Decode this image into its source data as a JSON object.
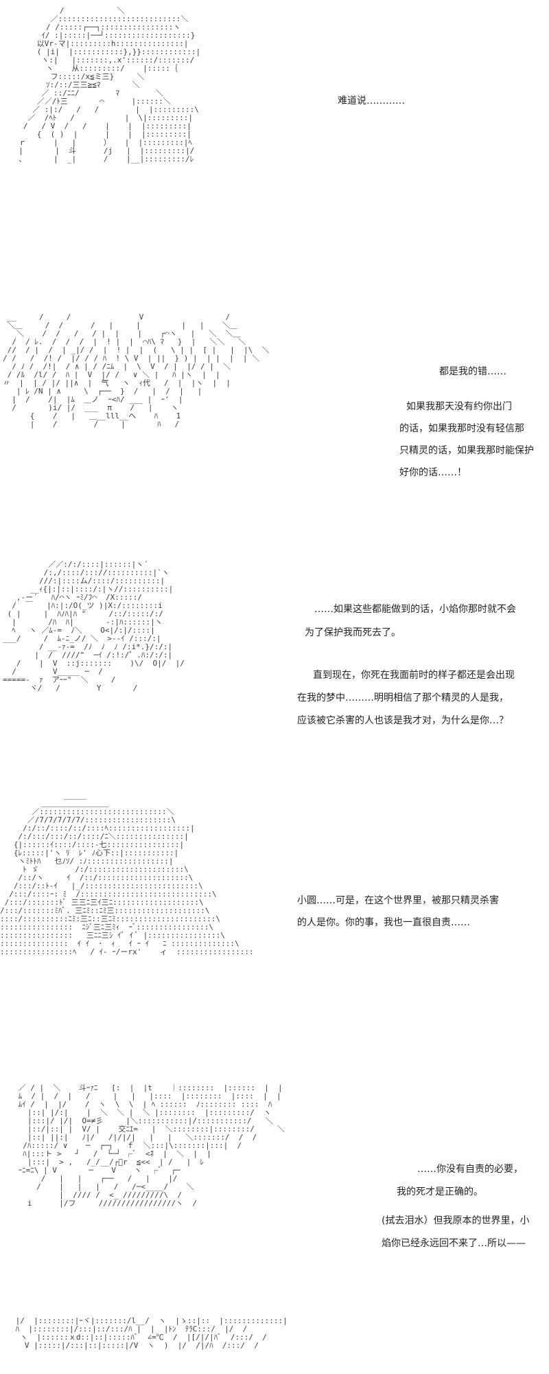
{
  "page": {
    "panels": [
      {
        "art": "           /￣￣￣￣￣￣￣＼\n         ／:::::::::::::::::::::::::::＼\n        / /:::::┌──┐::::::::::::::::ヽ\n       ｲ/ :|:::::|──┘:::::::::::::::::::}\n      以Vr-マ|:::::::::h:::::::::::::::|\n      ( |i|  |:::::::::::},}}::::::::::::|\n       ヽ:|   |:::::::,.x'::::::/:::::::/\n        ヽ    从:::::::::/    |:::::｛\n         フ:::::/x≦ミ三}     ＼\n        ｿ:/::/三三≧≦ﾏ       ＼\n       ／ ::/ﾆﾆ/        ﾏ        ＼\n      ／／/ﾄ三       ⌒      |::::::＼\n     ／ :|:/   /   /        |  |:::::::::\\\n    ／  /ﾍﾄ   /           |  \\|:::::::::|\n   /   / V  /   /    |    |  |:::::::::|\n      {  ( )  |      |    |  |:::::::::|\n  ｒ      |   |      ）   |  |:::::::::|ﾍ\n  |       |  斗      /j   |  |:::::::::|/\n  、      |  _|      /    |__|:::::::::/ﾚ",
        "lines": [
          "难道说…………"
        ]
      },
      {
        "art": " __     /     /               V                  /\n ＼＿     /  /      /   |     |         |   |    ＼＿\n   ＼    /  /   /   / |  |    |    ┌⌒ヽ   |   ＼  ＼＿\n  /  / ﾚ.  /  /  /  |  ! |  |  ⌒ﾊ\\ ﾏ   }  |   ＼＼   ＼\n //  / |  /  | _|/ /  |  ! |  |  (   \\ | |  [ |   |  |\\  ＼\n/ /   /  /! /  |/ / / ﾊ  ! \\ V  | ||  } ) |  | |  |  | ＼\n  / ﾉ /  /!|  / ∧ | / /ﾆﾑ  |  \\  V  / |  |/ / |  ＼\n / /ﾙ  /l/ /  ﾊ |  V  |/ /   ∨ ＼ |   ﾊ |ヽ  |  |\n〃  |  | / |/ ||∧  |  气   ヽ  ｨ代   /  |  |ヽ  |  |\n   | ﾚ /N | ∧     \\  ┌──  }  /   |  /  |   |\n  |  /    /|  |ﾑ  ＿ノ  ｰ<ﾊ/ ___ |  ｰ'  |\n  /       )i/ |/  ___  π    /   |    ヽ\n      {    /   |   ＿__lll__ヘ    ﾊ    1\n      |    /        /     |       ﾊ   /",
        "lines": [
          "都是我的错……",
          "如果我那天没有约你出门",
          "的话，如果我那时没有轻信那",
          "只精灵的话，如果我那时能保护",
          "好你的话……！"
        ]
      },
      {
        "art": "          ／／:/:/::::|::::::|ヽ´\n         /:,/::::/::://::::::::::|`ヽ\n        ///:|::::ム/::::/::::::::::|\n      __ｨ{|:|::|::::/:|ヽ//::::::::::|\n   ,-ー´   ﾊ/⌒ヽ ｰﾐ/ﾌ⌒  /X:::::/\n  /  ￣   |ﾊ:|:/O(_ツ )|X:/::::::::i\n ( |     |  ﾊﾉﾊ|ﾊ °     /::/:::::/:/\n  |       /ﾊ  ﾊ|       -:|ﾊ::::::|ヽ\n  ﾍ   ヽ ／ﾑ-=  ﾉ＼    O<|/:|/::::|\n___/     /  ﾑ-ﾆ_ノ/ ＼  >--ｲ /:::/:|\n        / __-ｧ-=  /ﾉ  ﾉ  ﾉ /:i*.}/:/:|\n       |  /  ////\"  ─ｲ /:!:/゜.ﾊ:/:/:|\n   /    |  V  ::j:::::::    )\\/  O|/  |/\n  /        V_____ ─  /\n=====-  ｧ  アｰｰ\"  ＼     /\n      ヾ/   /        Y       /",
        "lines": [
          "……如果这些都能做到的话，小焰你那时就不会",
          "为了保护我而死去了。",
          "直到现在，你死在我面前时的样子都还是会出现",
          "在我的梦中………明明相信了那个精灵的人是我，",
          "应该被它杀害的人也该是我才对，为什么是你…？"
        ]
      },
      {
        "art": "              _____\n         ＿＿＿＿＿＿＿＿＿\n       ／::::::::::::::::::::::::::::＼\n      ／/7/7/7/7/7/:::::::::::::::::::\\\n     /:/::/::::/::/::::ﾍ::::::::::::::::::|\n    /:/:::/:::/::/::::/ﾆ＼:::::::::::::::|\n   {|::::::ｲ::::/::::-七::::::::::::::::|\n   {ﾚ:::::|'ヽ ﾘ  ﾚ' ﾉ心下::|:::::::::::|\n    ヽﾐﾄﾄﾊ   乜ﾉｿ/ :ﾉ::::::::::::::::::|\n     ﾄ ゞ        /:/:::::::::::::::::::::\\\n    /::/ヽ     ｲ  /::/::::::::::::::::::::\\\n   /:::/::ﾄ-ｲ   |_/:::::::::::::::::::::::::\\\n  /:::/::::ｰ: ﾐ  /:::::::::::::::::::::::::::::\\\n /:::/:::::::ﾄﾞ 三三ﾆ三ｲ三ﾆ:::::::::::::::::::\\\n/:::/:::::::ﾐﾊﾞ. 三ﾆﾐ::ﾆﾐ三::::::::::::::::::::\\\n::::/::::::::::ﾆﾐ:三ﾆ::三ﾆﾐ::::::::::::::::::::::\\\n::::::::::::::::  ﾆｼﾞ三ﾆ三ﾐｨ  ｰﾞ::::::::::::::::\\\n::::::::::::::::   三ﾆﾆ三ｼ ｲﾞ ｲ ﾞ |::::::::::::::::\\\n:::::::::::::::  ｲ ｲ  ･  ｨ   ｲ ｰ ｲ   ﾆ ::::::::::::::\\\n::::::::::::::::ﾍ   / ｲ- ｰ/ーrx'    ィ  :::::::::::::::::",
        "lines": [
          "小圆……可是，在这个世界里，被那只精灵杀害",
          "的人是你。你的事，我也一直很自责……"
        ]
      },
      {
        "art": " ／ / |  ＼    斗ｰｧﾆ   [:  |  |t    ｜::::::::  |::::::  |  |\n ﾑ  / |  /  |   /     |   |   |::::  |::::::::  |::::  |  |\n ﾑｲ /  |  |/    /  ヽ  \\  \\  | ﾍ ::::::  ﾉ:::::::: ::::  ﾊ\n   |::| |/:|    |  ＼  ＼ |  ＼ |::::::::  |:::::::::/  ヽ\n   |:::|/ |/|  O=≠彡     |＼:::::::::::|/:::::::::::/   ＼\n   |::/|::| |  V/ |    交ﾆｴ=   |  ＼::::::::|::::::::/     ＼\n   |::| ||:|   ﾉ|/   /|/|/|   |   |   ＼:::::::/  /  /\n  /ﾊ:::::/ ∨    ─  ┌─┐   ｆ  ＼:::|\\:::::::|:::|  /\n  ﾊ|:::ト >   ┘   /  └─┘ ┌ﾞ  <ﾈ  |  ＼  |  |\n   |:::|  > ,   /_/__/┌ﾞr  ≦<<  | /   |  ﾚ\n ｰﾆ=ﾆ\\ | V       ─    V    ヽ  ┌ﾞ  ┌─\n      /   |   |    ┌──   /   |    |/\n     /    |   |   |   /   /─<____/    ＼\n          |  //// /  <_ /////////\\  /\n   i      |/フ     /////////////////ヽ  /",
        "lines": [
          "……你没有自责的必要，",
          "我的死才是正确的。",
          "(拭去泪水）但我原本的世界里，小",
          "焰你已经永远回不来了…所以——"
        ]
      },
      {
        "art": " |/  |::::::::|ｰヾ|:::::::/l__/  ヽ  |ゝ::|::  |:::::::::::::|\n ﾊ  |::::::::|/:::|::/:::/ﾊ |  |  |ﾄﾝ  ﾃﾗC:::/  |/  /\n  ヽ  |::::::ｘd::|::|:::::ﾊﾞ  ∠=℃  /  |[/|/|ﾊﾞ  /:::/  /\n   V |:::::|/:::|::|:::::|/V  ヽ  )  |/  /|/ﾊ  /:::/  /"
      }
    ]
  }
}
